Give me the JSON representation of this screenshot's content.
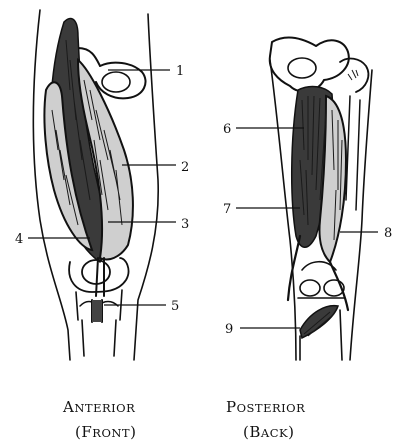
{
  "labels": {
    "l1": "1",
    "l2": "2",
    "l3": "3",
    "l4": "4",
    "l5": "5",
    "l6": "6",
    "l7": "7",
    "l8": "8",
    "l9": "9"
  },
  "captions": {
    "anterior": {
      "first": "A",
      "rest": "NTERIOR",
      "paren_open": "(",
      "first2": "F",
      "rest2": "RONT",
      "paren_close": ")"
    },
    "posterior": {
      "first": "P",
      "rest": "OSTERIOR",
      "paren_open": "(",
      "first2": "B",
      "rest2": "ACK",
      "paren_close": ")"
    }
  }
}
